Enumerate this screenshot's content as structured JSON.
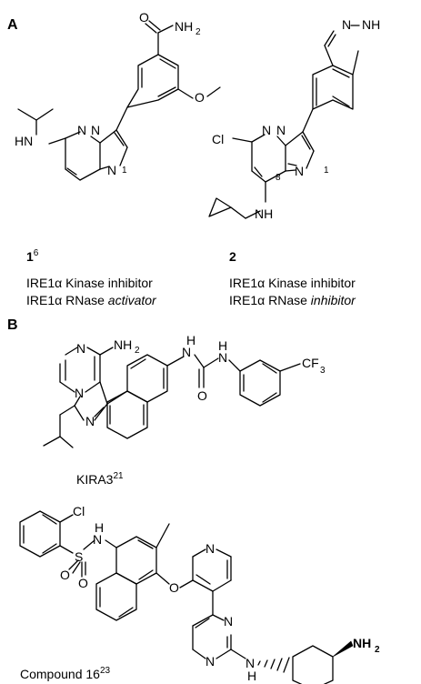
{
  "panels": {
    "a": "A",
    "b": "B"
  },
  "atoms": {
    "O": "O",
    "N": "N",
    "NH": "NH",
    "HN": "HN",
    "H": "H",
    "Cl": "Cl",
    "NH2": "NH",
    "CF3": "CF",
    "sub2": "2",
    "sub3": "3",
    "S": "S",
    "ring_locant_1": "1",
    "ring_locant_8": "8"
  },
  "compound1": {
    "number": "1",
    "ref": "6",
    "line1_a": "IRE1",
    "line1_b": "α",
    "line1_c": " Kinase inhibitor",
    "line2_a": "IRE1",
    "line2_b": "α",
    "line2_c": " RNase ",
    "line2_d": "activator"
  },
  "compound2": {
    "number": "2",
    "line1_a": "IRE1",
    "line1_b": "α",
    "line1_c": " Kinase inhibitor",
    "line2_a": "IRE1",
    "line2_b": "α",
    "line2_c": " RNase ",
    "line2_d": "inhibitor"
  },
  "kira3": {
    "name": "KIRA3",
    "ref": "21"
  },
  "compound16": {
    "name": "Compound 16",
    "ref": "23"
  }
}
